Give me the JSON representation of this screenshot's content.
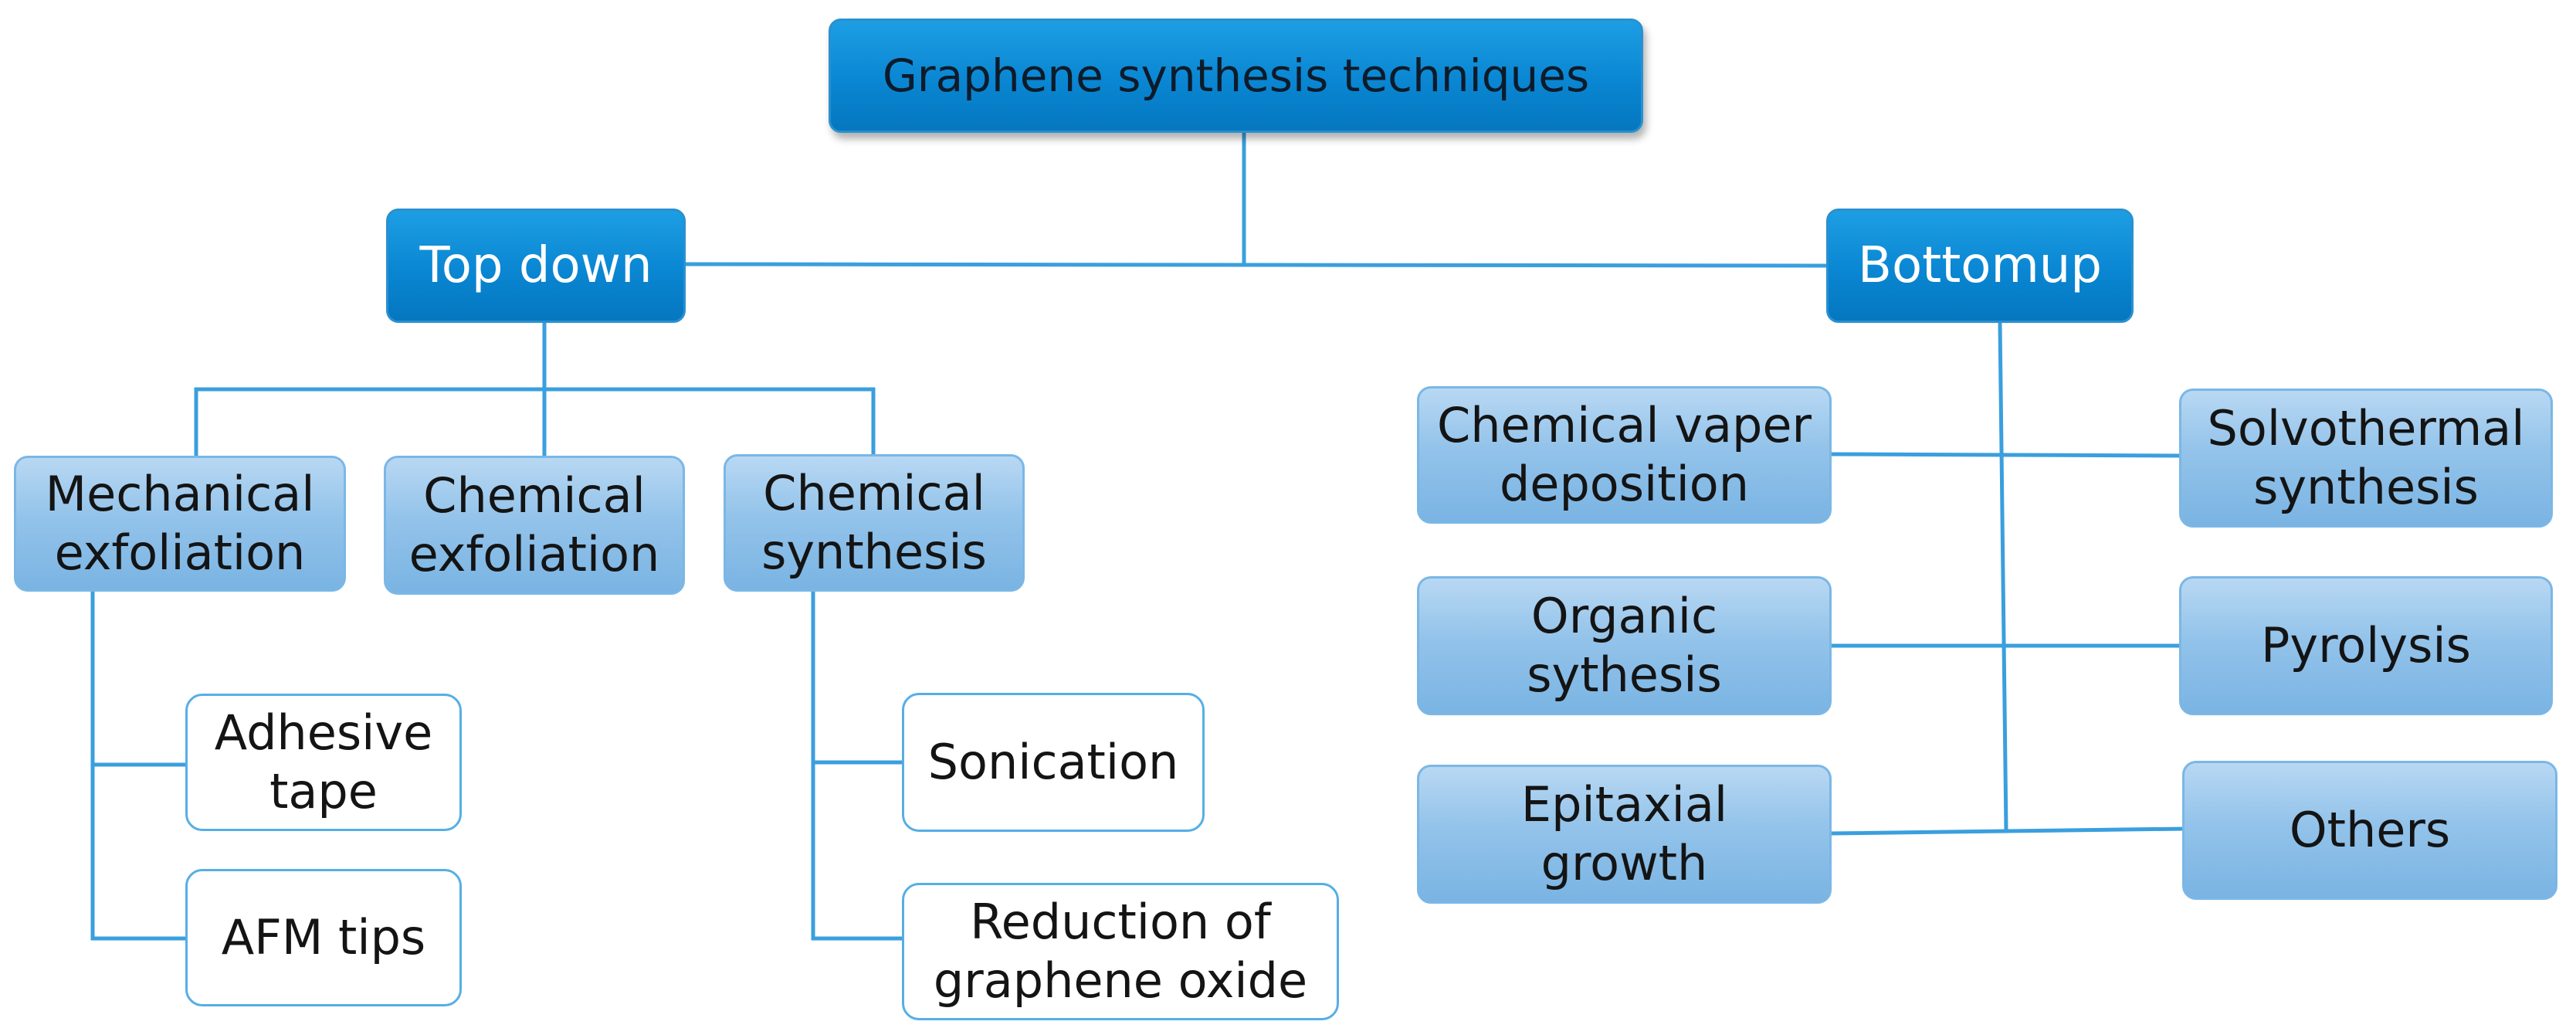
{
  "colors": {
    "connector": "#3a9fde",
    "dark_box": "#0a86d2",
    "light_box": "#93c3ea",
    "leaf_border": "#56aee6"
  },
  "root": {
    "label": "Graphene synthesis techniques"
  },
  "top_down": {
    "label": "Top down",
    "methods": {
      "mechanical_exfoliation": "Mechanical\nexfoliation",
      "chemical_exfoliation": "Chemical\nexfoliation",
      "chemical_synthesis": "Chemical\nsynthesis"
    },
    "mechanical_leaves": {
      "adhesive_tape": "Adhesive\ntape",
      "afm_tips": "AFM tips"
    },
    "chemical_leaves": {
      "sonication": "Sonication",
      "reduction": "Reduction of\ngraphene oxide"
    }
  },
  "bottom_up": {
    "label": "Bottomup",
    "methods": {
      "cvd": "Chemical vaper\ndeposition",
      "organic": "Organic\nsythesis",
      "epitaxial": "Epitaxial\ngrowth",
      "solvothermal": "Solvothermal\nsynthesis",
      "pyrolysis": "Pyrolysis",
      "others": "Others"
    }
  }
}
